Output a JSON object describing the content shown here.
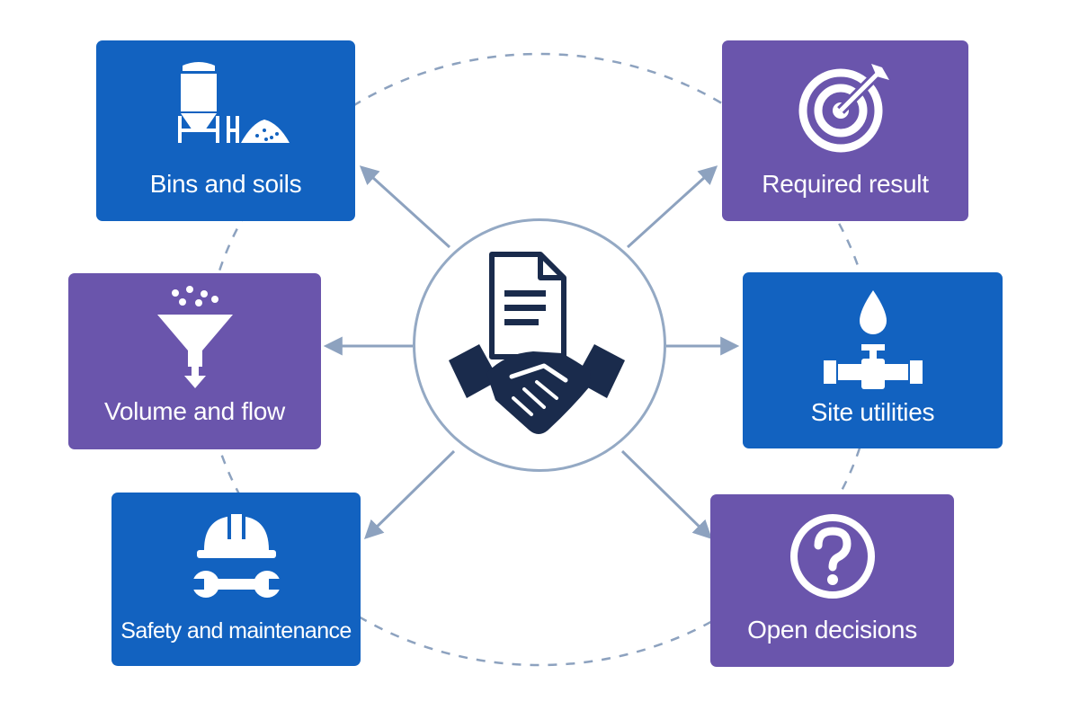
{
  "diagram": {
    "center": {
      "icon": "contract-handshake-icon"
    },
    "nodes": [
      {
        "id": "bins",
        "label": "Bins and soils",
        "icon": "silo-and-soil-pile-icon",
        "color": "#1262c0"
      },
      {
        "id": "result",
        "label": "Required result",
        "icon": "target-icon",
        "color": "#6a55ac"
      },
      {
        "id": "volume",
        "label": "Volume and flow",
        "icon": "funnel-icon",
        "color": "#6a55ac"
      },
      {
        "id": "utilities",
        "label": "Site utilities",
        "icon": "water-valve-icon",
        "color": "#1262c0"
      },
      {
        "id": "safety",
        "label": "Safety and maintenance",
        "icon": "hardhat-wrench-icon",
        "color": "#1262c0"
      },
      {
        "id": "decisions",
        "label": "Open decisions",
        "icon": "question-icon",
        "color": "#6a55ac"
      }
    ],
    "connector_color": "#8da2bf"
  }
}
